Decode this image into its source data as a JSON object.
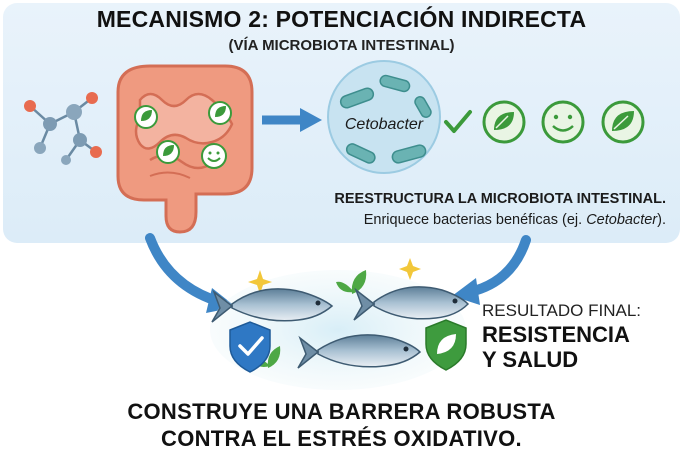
{
  "header": {
    "title": "MECANISMO 2: POTENCIACIÓN INDIRECTA",
    "subtitle": "(VÍA MICROBIOTA INTESTINAL)"
  },
  "microbiota": {
    "bacteria_name": "Cetobacter",
    "action_title": "REESTRUCTURA LA MICROBIOTA INTESTINAL.",
    "action_text_prefix": "Enriquece bacterias benéficas (ej. ",
    "action_text_species": "Cetobacter",
    "action_text_suffix": ")."
  },
  "result": {
    "label": "RESULTADO FINAL:",
    "line1": "RESISTENCIA",
    "line2": "Y SALUD"
  },
  "footer": {
    "line1": "CONSTRUYE UNA BARRERA ROBUSTA",
    "line2": "CONTRA EL ESTRÉS OXIDATIVO."
  },
  "colors": {
    "panel": "#dcecf8",
    "arrow": "#3f86c6",
    "intestine": "#ef9a80",
    "green_check": "#3b9a3b",
    "shield_blue": "#2f78c4",
    "shield_green": "#3e9b3e"
  },
  "icons": [
    "molecule-icon",
    "intestine-icon",
    "leaf-icon",
    "smiley-icon",
    "check-icon",
    "shield-check-icon",
    "shield-leaf-icon",
    "fish-icon",
    "sparkle-icon"
  ]
}
